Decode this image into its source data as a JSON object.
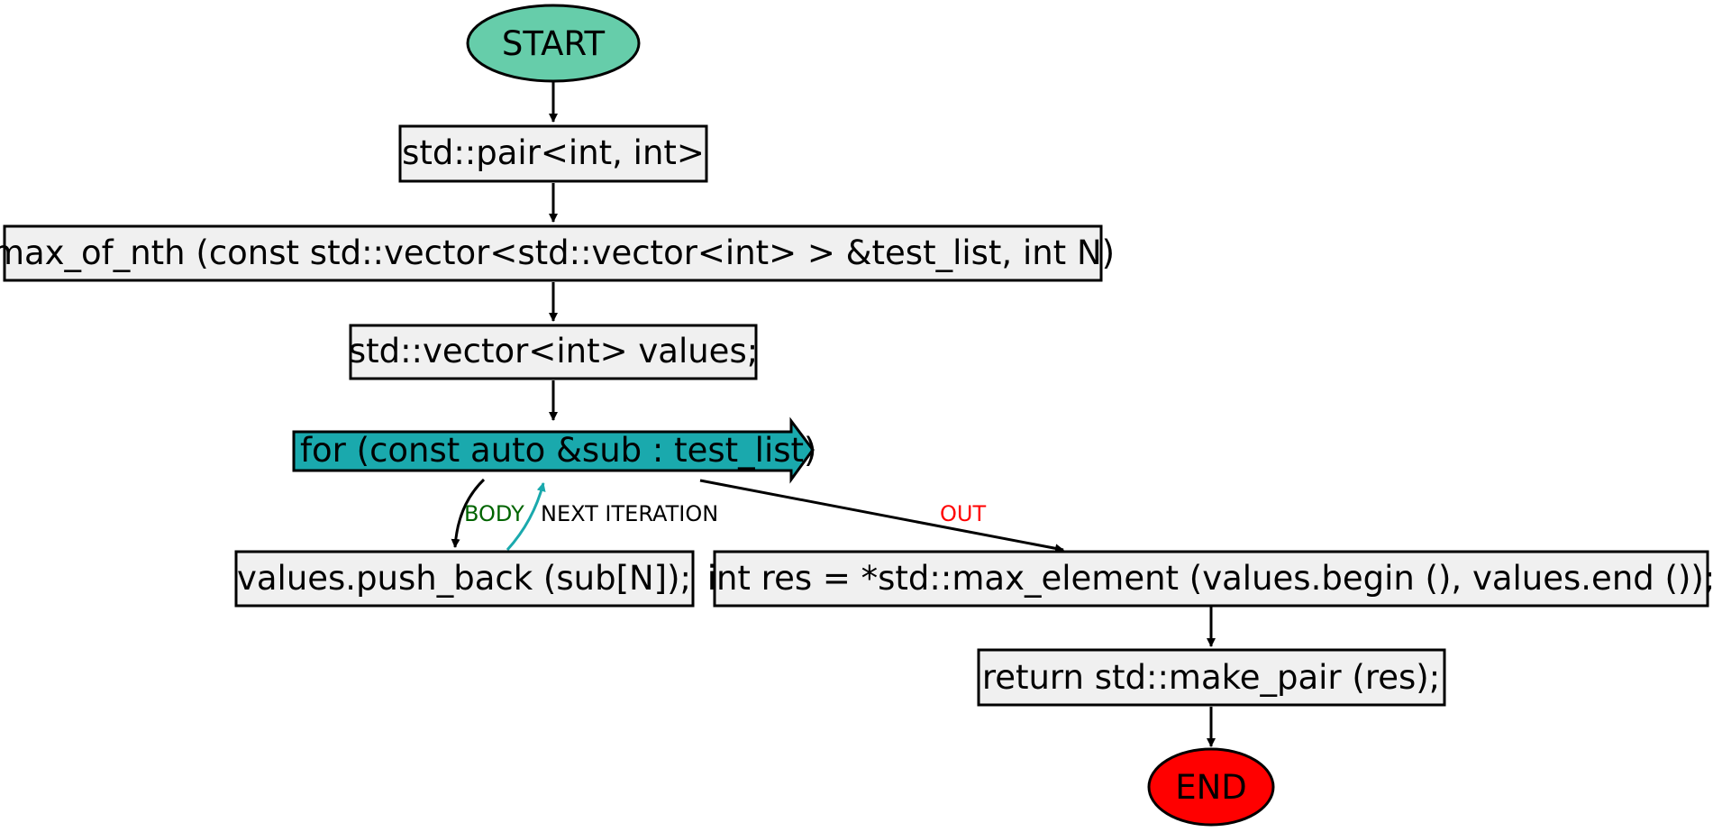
{
  "colors": {
    "start_fill": "#66cdaa",
    "end_fill": "#ff0000",
    "box_fill": "#f0f0f0",
    "loop_fill": "#1aa9ad",
    "body_label": "#006400",
    "out_label": "#ff0000",
    "next_arrow": "#1aa9ad"
  },
  "nodes": {
    "start": "START",
    "return_type": "std::pair<int, int>",
    "signature": "max_of_nth (const std::vector<std::vector<int> > &test_list, int N)",
    "decl_values": "std::vector<int> values;",
    "loop": "for (const auto &sub : test_list)",
    "push_back": "values.push_back (sub[N]);",
    "max_elem": "int res = *std::max_element (values.begin (), values.end ());",
    "return_stmt": "return std::make_pair (res);",
    "end": "END"
  },
  "edge_labels": {
    "body": "BODY",
    "next_iteration": "NEXT ITERATION",
    "out": "OUT"
  }
}
